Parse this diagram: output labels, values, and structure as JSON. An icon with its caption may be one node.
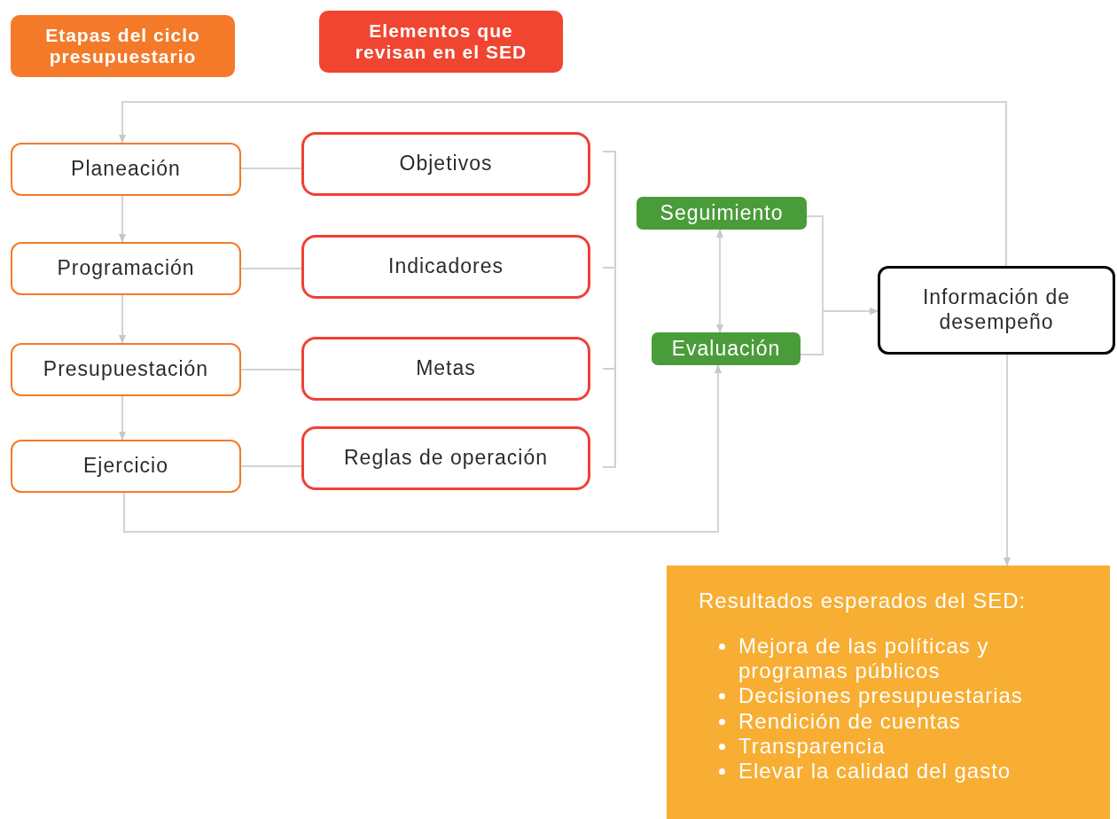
{
  "diagram": {
    "nodes": [
      {
        "text": [
          "Etapas del ciclo presupuestario"
        ]
      },
      {
        "text": [
          "Elementos que revisan en el SED"
        ]
      },
      {
        "text": [
          "Planeación"
        ]
      },
      {
        "text": [
          "Programación"
        ]
      },
      {
        "text": [
          "Presupuestación"
        ]
      },
      {
        "text": [
          "Ejercicio"
        ]
      },
      {
        "text": [
          "Objetivos"
        ]
      },
      {
        "text": [
          "Indicadores"
        ]
      },
      {
        "text": [
          "Metas"
        ]
      },
      {
        "text": [
          "Reglas de operación"
        ]
      },
      {
        "text": [
          "Seguimiento"
        ]
      },
      {
        "text": [
          "Evaluación"
        ]
      },
      {
        "text": [
          "Información de desempeño"
        ]
      },
      {
        "text": [
          "Resultados esperados del SED:",
          "Mejora de las políticas y programas públicos",
          "Decisiones presupuestarias",
          "Rendición de cuentas",
          "Transparencia",
          "Elevar la calidad del gasto"
        ]
      }
    ],
    "edges": [
      {
        "from": 12,
        "to": 2,
        "arrow": "to"
      },
      {
        "from": 2,
        "to": 3,
        "arrow": "to"
      },
      {
        "from": 3,
        "to": 4,
        "arrow": "to"
      },
      {
        "from": 4,
        "to": 5,
        "arrow": "to"
      },
      {
        "from": 2,
        "to": 6,
        "arrow": "none"
      },
      {
        "from": 3,
        "to": 7,
        "arrow": "none"
      },
      {
        "from": 4,
        "to": 8,
        "arrow": "none"
      },
      {
        "from": 5,
        "to": 9,
        "arrow": "none"
      },
      {
        "from": 10,
        "to": 11,
        "arrow": "both"
      },
      {
        "from": 10,
        "to": 12,
        "arrow": "to"
      },
      {
        "from": 11,
        "to": 12,
        "arrow": "to"
      },
      {
        "from": 5,
        "to": 11,
        "arrow": "to"
      },
      {
        "from": 12,
        "to": 13,
        "arrow": "to"
      }
    ]
  }
}
